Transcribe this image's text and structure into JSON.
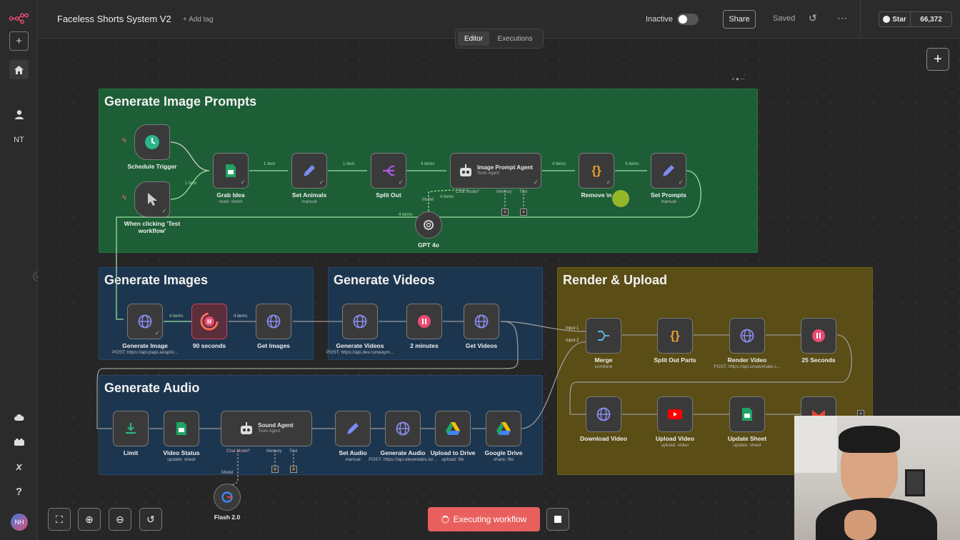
{
  "header": {
    "title": "Faceless Shorts System V2",
    "add_tag": "+ Add tag",
    "status_label": "Inactive",
    "share": "Share",
    "saved": "Saved",
    "star": "Star",
    "star_count": "66,372",
    "more": "⋯",
    "history": "↺"
  },
  "tabs": {
    "editor": "Editor",
    "executions": "Executions"
  },
  "sidebar": {
    "nt": "NT",
    "avatar": "NH"
  },
  "groups": {
    "prompts": "Generate Image Prompts",
    "images": "Generate Images",
    "videos": "Generate Videos",
    "render": "Render & Upload",
    "audio": "Generate Audio"
  },
  "nodes": {
    "schedule": "Schedule Trigger",
    "manual1": "When clicking 'Test",
    "manual2": "workflow'",
    "grab_idea": "Grab Idea",
    "grab_idea_sub": "read: sheet",
    "set_animals": "Set Animals",
    "set_animals_sub": "manual",
    "split_out": "Split Out",
    "image_agent": "Image Prompt Agent",
    "image_agent_sub": "Tools Agent",
    "remove_n": "Remove \\n",
    "set_prompts": "Set Prompts",
    "set_prompts_sub": "manual",
    "gpt": "GPT 4o",
    "gen_image": "Generate Image",
    "gen_image_sub": "POST: https://api.piapi.ai/api/v...",
    "ninety": "90 seconds",
    "get_images": "Get Images",
    "gen_videos": "Generate Videos",
    "gen_videos_sub": "POST: https://api.dev.runwaym...",
    "two_min": "2 minutes",
    "get_videos": "Get Videos",
    "merge": "Merge",
    "merge_sub": "combine",
    "split_parts": "Split Out Parts",
    "render_video": "Render Video",
    "render_video_sub": "POST: https://api.creatomate.c...",
    "twentyfive": "25 Seconds",
    "download": "Download Video",
    "upload_video": "Upload Video",
    "upload_video_sub": "upload: video",
    "update_sheet": "Update Sheet",
    "update_sheet_sub": "update: sheet",
    "limit": "Limit",
    "video_status": "Video Status",
    "video_status_sub": "update: sheet",
    "sound_agent": "Sound Agent",
    "sound_agent_sub": "Tools Agent",
    "set_audio": "Set Audio",
    "set_audio_sub": "manual",
    "gen_audio": "Generate Audio",
    "gen_audio_sub": "POST: https://api.elevenlabs.io/...",
    "upload_drive": "Upload to Drive",
    "upload_drive_sub": "upload: file",
    "gdrive": "Google Drive",
    "gdrive_sub": "share: file",
    "flash": "Flash 2.0"
  },
  "edges": {
    "one_item": "1 item",
    "four_items": "4 items",
    "input1": "Input 1",
    "input2": "Input 2",
    "chat_model": "Chat Model*",
    "memory": "Memory",
    "tool": "Tool",
    "model": "Model"
  },
  "footer": {
    "executing": "Executing workflow"
  },
  "colors": {
    "prompts_bg": "#1d5e37",
    "images_bg": "#1d3650",
    "render_bg": "#5a4d15",
    "accent": "#ea4b71",
    "exec_btn": "#e8605e"
  }
}
